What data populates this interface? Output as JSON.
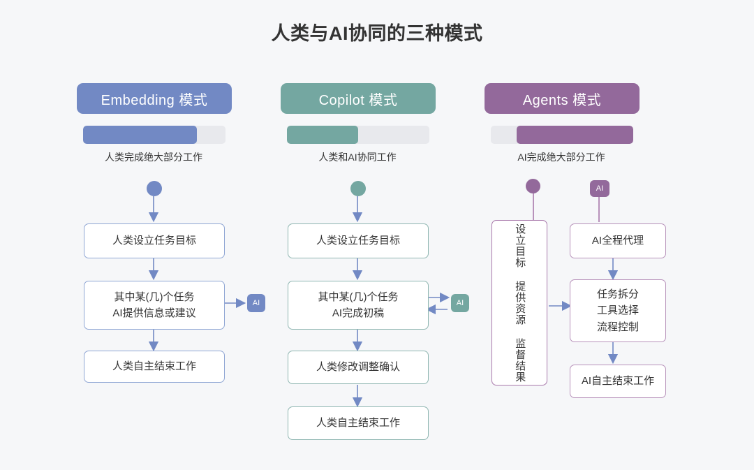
{
  "page": {
    "title": "人类与AI协同的三种模式",
    "background_color": "#f6f7f9"
  },
  "colors": {
    "embedding": "#7289c4",
    "copilot": "#74a7a1",
    "agents": "#93699b",
    "track": "#e8e9ed",
    "arrow": "#7289c4",
    "box_text": "#333333"
  },
  "columns": [
    {
      "key": "embedding",
      "header_label": "Embedding 模式",
      "accent": "#7289c4",
      "ratio": {
        "fill_percent": 80,
        "align": "left"
      },
      "ratio_caption": "人类完成绝大部分工作",
      "start_dot": "start-dot-human",
      "boxes": [
        {
          "name": "box-set-goal",
          "lines": [
            "人类设立任务目标"
          ]
        },
        {
          "name": "box-ai-assist",
          "lines": [
            "其中某(几)个任务",
            "AI提供信息或建议"
          ]
        },
        {
          "name": "box-human-finish",
          "lines": [
            "人类自主结束工作"
          ]
        }
      ],
      "ai_badge": {
        "label": "AI",
        "direction": "one-way"
      }
    },
    {
      "key": "copilot",
      "header_label": "Copilot 模式",
      "accent": "#74a7a1",
      "ratio": {
        "fill_percent": 50,
        "align": "left"
      },
      "ratio_caption": "人类和AI协同工作",
      "start_dot": "start-dot-human",
      "boxes": [
        {
          "name": "box-set-goal",
          "lines": [
            "人类设立任务目标"
          ]
        },
        {
          "name": "box-ai-draft",
          "lines": [
            "其中某(几)个任务",
            "AI完成初稿"
          ]
        },
        {
          "name": "box-human-revise",
          "lines": [
            "人类修改调整确认"
          ]
        },
        {
          "name": "box-human-finish",
          "lines": [
            "人类自主结束工作"
          ]
        }
      ],
      "ai_badge": {
        "label": "AI",
        "direction": "two-way"
      }
    },
    {
      "key": "agents",
      "header_label": "Agents 模式",
      "accent": "#93699b",
      "ratio": {
        "fill_percent": 82,
        "align": "right"
      },
      "ratio_caption": "AI完成绝大部分工作",
      "start_dot": "start-dot-human",
      "vertical_box_text": "设立目标 提供资源 监督结果",
      "ai_badge": {
        "label": "AI",
        "direction": "down"
      },
      "boxes": [
        {
          "name": "box-ai-full-agent",
          "lines": [
            "AI全程代理"
          ]
        },
        {
          "name": "box-ai-orchestrate",
          "lines": [
            "任务拆分",
            "工具选择",
            "流程控制"
          ]
        },
        {
          "name": "box-ai-finish",
          "lines": [
            "AI自主结束工作"
          ]
        }
      ]
    }
  ]
}
